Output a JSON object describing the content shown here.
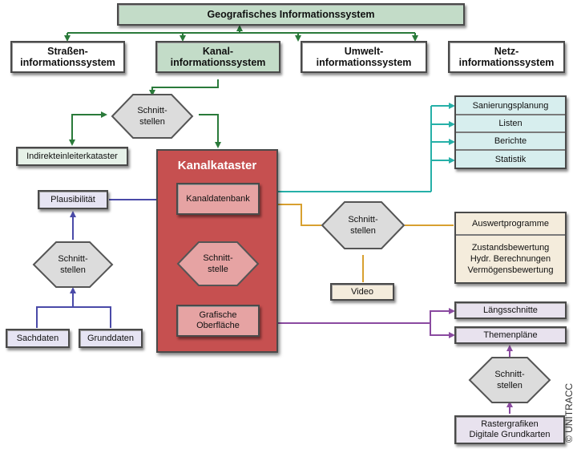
{
  "diagram": {
    "colors": {
      "green_connector": "#2a7a3a",
      "blue_connector": "#4a4aa8",
      "teal_connector": "#26b0a8",
      "orange_connector": "#d8a030",
      "purple_connector": "#8a4aa0",
      "white_connector": "#ffffff",
      "kanalkataster_fill": "#c65050"
    },
    "top": {
      "title": "Geografisches Informationssystem"
    },
    "systems": [
      {
        "line1": "Straßen-",
        "line2": "informationssystem"
      },
      {
        "line1": "Kanal-",
        "line2": "informationssystem"
      },
      {
        "line1": "Umwelt-",
        "line2": "informationssystem"
      },
      {
        "line1": "Netz-",
        "line2": "informationssystem"
      }
    ],
    "interface_top": {
      "line1": "Schnitt-",
      "line2": "stellen"
    },
    "indirekteinleiter": "Indirekteinleiterkataster",
    "kanalkataster": {
      "title": "Kanalkataster",
      "database": "Kanaldatenbank",
      "interface": {
        "line1": "Schnitt-",
        "line2": "stelle"
      },
      "gui": {
        "line1": "Grafische",
        "line2": "Oberfläche"
      }
    },
    "left": {
      "plausibility": "Plausibilität",
      "interface": {
        "line1": "Schnitt-",
        "line2": "stellen"
      },
      "sources": [
        "Sachdaten",
        "Grunddaten"
      ]
    },
    "reports": [
      "Sanierungsplanung",
      "Listen",
      "Berichte",
      "Statistik"
    ],
    "middle_interface": {
      "line1": "Schnitt-",
      "line2": "stellen"
    },
    "video": "Video",
    "analysis": {
      "header": "Auswertprogramme",
      "items": [
        "Zustandsbewertung",
        "Hydr. Berechnungen",
        "Vermögensbewertung"
      ]
    },
    "outputs": [
      "Längsschnitte",
      "Themenpläne"
    ],
    "bottom_interface": {
      "line1": "Schnitt-",
      "line2": "stellen"
    },
    "raster": {
      "line1": "Rastergrafiken",
      "line2": "Digitale Grundkarten"
    },
    "copyright": "© UNITRACC"
  }
}
